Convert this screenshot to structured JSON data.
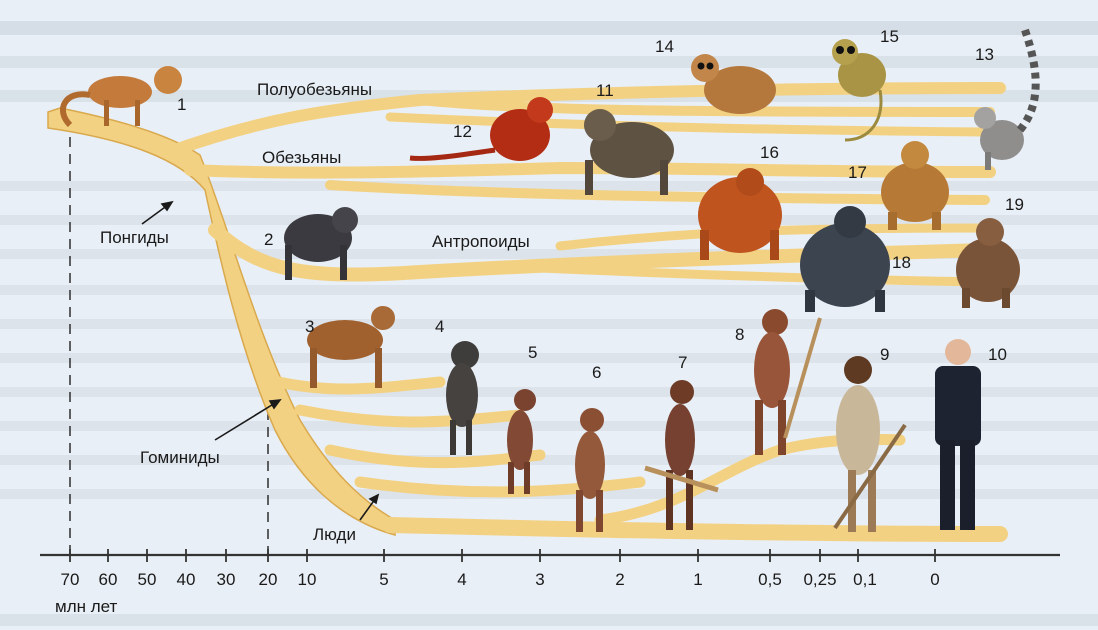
{
  "colors": {
    "background": "#e9eff6",
    "branch_fill": "#f5d690",
    "branch_edge": "#d9a94e",
    "axis": "#333333",
    "text": "#1a1a1a"
  },
  "group_labels": {
    "prosimians": "Полуобезьяны",
    "monkeys": "Обезьяны",
    "pongids": "Понгиды",
    "anthropoids": "Антропоиды",
    "hominids": "Гоминиды",
    "humans": "Люди"
  },
  "numbers": [
    "1",
    "2",
    "3",
    "4",
    "5",
    "6",
    "7",
    "8",
    "9",
    "10",
    "11",
    "12",
    "13",
    "14",
    "15",
    "16",
    "17",
    "18",
    "19"
  ],
  "axis": {
    "ticks": [
      "70",
      "60",
      "50",
      "40",
      "30",
      "20",
      "10",
      "5",
      "4",
      "3",
      "2",
      "1",
      "0,5",
      "0,25",
      "0,1",
      "0"
    ],
    "unit": "млн лет"
  },
  "icons": {
    "species_1": "early-primate-icon",
    "species_2": "chimp-ancestor-icon",
    "species_3": "dryopithecus-icon",
    "species_4": "australopithecus-icon",
    "species_5": "homo-habilis-icon",
    "species_6": "homo-erectus-icon",
    "species_7": "early-homo-icon",
    "species_8": "neanderthal-icon",
    "species_9": "cro-magnon-icon",
    "species_10": "modern-human-icon",
    "species_11": "baboon-icon",
    "species_12": "red-monkey-icon",
    "species_13": "lemur-icon",
    "species_14": "loris-icon",
    "species_15": "tarsier-icon",
    "species_16": "orangutan-icon",
    "species_17": "gibbon-icon",
    "species_18": "gorilla-icon",
    "species_19": "chimpanzee-icon"
  }
}
